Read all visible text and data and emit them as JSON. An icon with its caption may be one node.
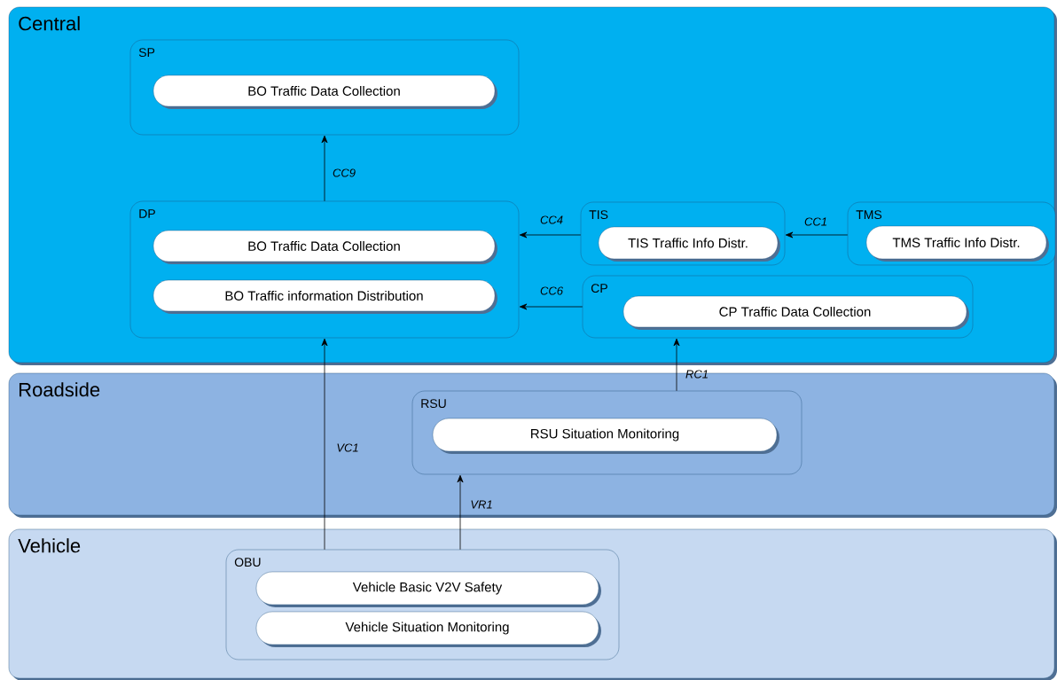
{
  "diagram": {
    "nodes": [
      {
        "text": [
          "Central"
        ]
      },
      {
        "text": [
          "SP"
        ],
        "in": 0
      },
      {
        "text": [
          "BO Traffic Data Collection"
        ],
        "in": 1
      },
      {
        "text": [
          "DP"
        ],
        "in": 0
      },
      {
        "text": [
          "BO Traffic Data Collection"
        ],
        "in": 3
      },
      {
        "text": [
          "BO Traffic information Distribution"
        ],
        "in": 3
      },
      {
        "text": [
          "TIS"
        ],
        "in": 0
      },
      {
        "text": [
          "TIS Traffic Info Distr."
        ],
        "in": 6
      },
      {
        "text": [
          "TMS"
        ],
        "in": 0
      },
      {
        "text": [
          "TMS Traffic Info Distr."
        ],
        "in": 8
      },
      {
        "text": [
          "CP"
        ],
        "in": 0
      },
      {
        "text": [
          "CP Traffic Data Collection"
        ],
        "in": 10
      },
      {
        "text": [
          "Roadside"
        ]
      },
      {
        "text": [
          "RSU"
        ],
        "in": 12
      },
      {
        "text": [
          "RSU Situation Monitoring"
        ],
        "in": 13
      },
      {
        "text": [
          "Vehicle"
        ]
      },
      {
        "text": [
          "OBU"
        ],
        "in": 15
      },
      {
        "text": [
          "Vehicle Basic V2V Safety"
        ],
        "in": 16
      },
      {
        "text": [
          "Vehicle Situation Monitoring"
        ],
        "in": 16
      }
    ],
    "edges": [
      {
        "from": 3,
        "to": 1,
        "arrow": "to",
        "label": "CC9"
      },
      {
        "from": 6,
        "to": 3,
        "arrow": "to",
        "label": "CC4"
      },
      {
        "from": 8,
        "to": 6,
        "arrow": "to",
        "label": "CC1"
      },
      {
        "from": 10,
        "to": 3,
        "arrow": "to",
        "label": "CC6"
      },
      {
        "from": 13,
        "to": 10,
        "arrow": "to",
        "label": "RC1"
      },
      {
        "from": 16,
        "to": 3,
        "arrow": "to",
        "label": "VC1"
      },
      {
        "from": 16,
        "to": 13,
        "arrow": "to",
        "label": "VR1"
      }
    ]
  }
}
